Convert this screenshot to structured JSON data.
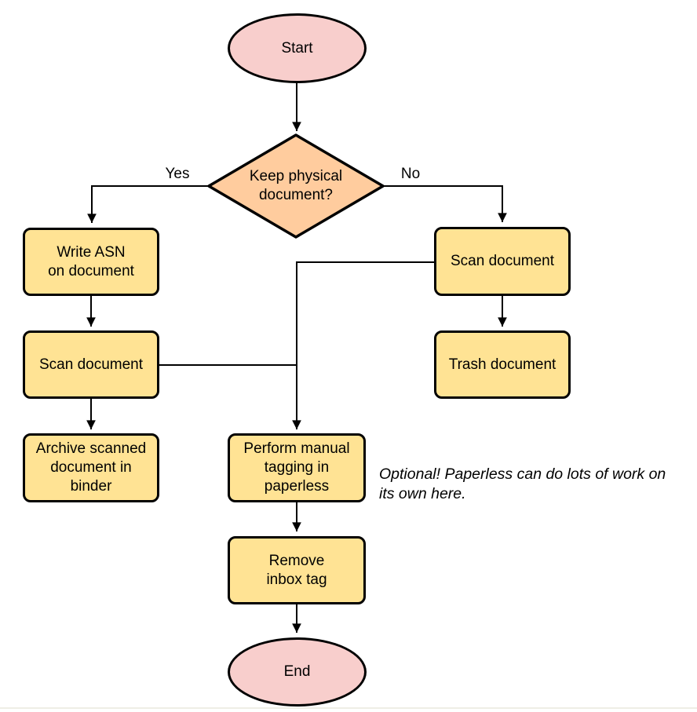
{
  "nodes": {
    "start": {
      "label": "Start",
      "type": "terminal"
    },
    "decision": {
      "label": "Keep physical\ndocument?",
      "type": "decision"
    },
    "write_asn": {
      "label": "Write ASN\non document",
      "type": "process"
    },
    "scan_left": {
      "label": "Scan document",
      "type": "process"
    },
    "archive": {
      "label": "Archive scanned\ndocument in\nbinder",
      "type": "process"
    },
    "scan_right": {
      "label": "Scan document",
      "type": "process"
    },
    "trash": {
      "label": "Trash document",
      "type": "process"
    },
    "tagging": {
      "label": "Perform manual\ntagging in\npaperless",
      "type": "process"
    },
    "remove_inbox": {
      "label": "Remove\ninbox tag",
      "type": "process"
    },
    "end": {
      "label": "End",
      "type": "terminal"
    }
  },
  "edge_labels": {
    "yes": "Yes",
    "no": "No"
  },
  "note": {
    "text": "Optional! Paperless can do lots of work on\nits own here."
  },
  "colors": {
    "terminal_fill": "#F8CECC",
    "decision_fill": "#FFCC9E",
    "process_fill": "#FFE394",
    "stroke": "#000000"
  }
}
